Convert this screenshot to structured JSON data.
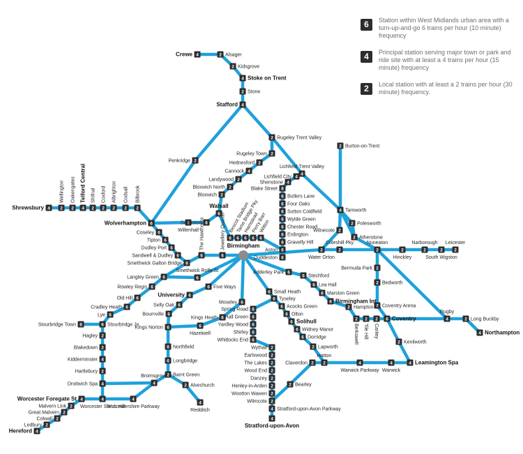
{
  "legend": [
    {
      "badge": "6",
      "text": "Station within West Midlands urban area with a turn-up-and-go 6 trains per hour (10 minute) frequency"
    },
    {
      "badge": "4",
      "text": "Principal station serving major town or park and ride site with at least a 4 trains per hour (15 minute) frequency"
    },
    {
      "badge": "2",
      "text": "Local station with at least a 2 trains per hour (30 minute) frequency."
    }
  ],
  "colors": {
    "line": "#1ea1dc",
    "badge": "#2d2d2d",
    "hub": "#8c8c8c"
  },
  "stations": [
    {
      "name": "Crewe",
      "freq": "4",
      "major": true
    },
    {
      "name": "Alsager",
      "freq": "2"
    },
    {
      "name": "Kidsgrove",
      "freq": "2"
    },
    {
      "name": "Stoke on Trent",
      "freq": "4",
      "major": true
    },
    {
      "name": "Stone",
      "freq": "2"
    },
    {
      "name": "Stafford",
      "freq": "4",
      "major": true
    },
    {
      "name": "Rugeley Trent Valley",
      "freq": "2"
    },
    {
      "name": "Burton-on-Trent",
      "freq": "2"
    },
    {
      "name": "Lichfield Trent Valley",
      "freq": "4"
    },
    {
      "name": "Lichfield City",
      "freq": "4"
    },
    {
      "name": "Shenstone",
      "freq": "4"
    },
    {
      "name": "Blake Street",
      "freq": "6"
    },
    {
      "name": "Butlers Lane",
      "freq": "6"
    },
    {
      "name": "Four Oaks",
      "freq": "6"
    },
    {
      "name": "Sutton Coldfield",
      "freq": "6"
    },
    {
      "name": "Wylde Green",
      "freq": "6"
    },
    {
      "name": "Chester Road",
      "freq": "6"
    },
    {
      "name": "Erdington",
      "freq": "6"
    },
    {
      "name": "Gravelly Hill",
      "freq": "6"
    },
    {
      "name": "Aston",
      "freq": "6"
    },
    {
      "name": "Duddeston",
      "freq": "6"
    },
    {
      "name": "Rugeley Town",
      "freq": "2"
    },
    {
      "name": "Hednesford",
      "freq": "2"
    },
    {
      "name": "Cannock",
      "freq": "4"
    },
    {
      "name": "Landywood",
      "freq": "2"
    },
    {
      "name": "Bloxwich North",
      "freq": "2"
    },
    {
      "name": "Bloxwich",
      "freq": "2"
    },
    {
      "name": "Penkridge",
      "freq": "2"
    },
    {
      "name": "Walsall",
      "freq": "6",
      "major": true
    },
    {
      "name": "Bescot Stadium",
      "freq": "6"
    },
    {
      "name": "Tame Bridge Pky",
      "freq": "6"
    },
    {
      "name": "Hamstead",
      "freq": "6"
    },
    {
      "name": "Perry Barr",
      "freq": "6"
    },
    {
      "name": "Witton",
      "freq": "6"
    },
    {
      "name": "Darlaston",
      "freq": "6"
    },
    {
      "name": "Willenhall",
      "freq": "6"
    },
    {
      "name": "Shrewsbury",
      "freq": "4",
      "major": true
    },
    {
      "name": "Wellington",
      "freq": "2"
    },
    {
      "name": "Oakengates",
      "freq": "2"
    },
    {
      "name": "Telford Central",
      "freq": "4",
      "major": true
    },
    {
      "name": "Shifnal",
      "freq": "2"
    },
    {
      "name": "Cosford",
      "freq": "2"
    },
    {
      "name": "Albrighton",
      "freq": "2"
    },
    {
      "name": "Codsall",
      "freq": "2"
    },
    {
      "name": "Bilbrook",
      "freq": "2"
    },
    {
      "name": "Wolverhampton",
      "freq": "6",
      "major": true
    },
    {
      "name": "Coseley",
      "freq": "6"
    },
    {
      "name": "Tipton",
      "freq": "6"
    },
    {
      "name": "Dudley Port",
      "freq": "6"
    },
    {
      "name": "Sandwell & Dudley",
      "freq": "6"
    },
    {
      "name": "Smethwick Galton Bridge",
      "freq": "6"
    },
    {
      "name": "The Hawthorns",
      "freq": "6"
    },
    {
      "name": "Jewellery Quarter",
      "freq": "6"
    },
    {
      "name": "Birmingham",
      "freq": "",
      "major": true
    },
    {
      "name": "Smethwick Rolfe St",
      "freq": "6"
    },
    {
      "name": "Five Ways",
      "freq": "6"
    },
    {
      "name": "University",
      "freq": "6",
      "major": true
    },
    {
      "name": "Selly Oak",
      "freq": "6"
    },
    {
      "name": "Bournville",
      "freq": "6"
    },
    {
      "name": "Kings Norton",
      "freq": "6"
    },
    {
      "name": "Northfield",
      "freq": "6"
    },
    {
      "name": "Longbridge",
      "freq": "6"
    },
    {
      "name": "Barnt Green",
      "freq": "2"
    },
    {
      "name": "Alvechurch",
      "freq": "2"
    },
    {
      "name": "Redditch",
      "freq": "4"
    },
    {
      "name": "Bromsgrove",
      "freq": "4"
    },
    {
      "name": "Worcestershire Parkway",
      "freq": "4"
    },
    {
      "name": "Worcester Shrub Hill",
      "freq": "4"
    },
    {
      "name": "Worcester Foregate St",
      "freq": "4",
      "major": true
    },
    {
      "name": "Malvern Link",
      "freq": "2"
    },
    {
      "name": "Great Malvern",
      "freq": "2"
    },
    {
      "name": "Colwall",
      "freq": "2"
    },
    {
      "name": "Ledbury",
      "freq": "2"
    },
    {
      "name": "Hereford",
      "freq": "4",
      "major": true
    },
    {
      "name": "Droitwich Spa",
      "freq": "4"
    },
    {
      "name": "Hartlebury",
      "freq": "2"
    },
    {
      "name": "Kidderminster",
      "freq": "4"
    },
    {
      "name": "Blakedown",
      "freq": "2"
    },
    {
      "name": "Hagley",
      "freq": "2"
    },
    {
      "name": "Stourbridge Jn",
      "freq": "6"
    },
    {
      "name": "Stourbridge Town",
      "freq": "6"
    },
    {
      "name": "Lye",
      "freq": "6"
    },
    {
      "name": "Cradley Heath",
      "freq": "6"
    },
    {
      "name": "Old Hill",
      "freq": "6"
    },
    {
      "name": "Rowley Regis",
      "freq": "6"
    },
    {
      "name": "Langley Green",
      "freq": "6"
    },
    {
      "name": "Kings Heath",
      "freq": "6"
    },
    {
      "name": "Hazelwell",
      "freq": "6"
    },
    {
      "name": "Moseley",
      "freq": "6"
    },
    {
      "name": "Small Heath",
      "freq": "6"
    },
    {
      "name": "Tyseley",
      "freq": "6"
    },
    {
      "name": "Spring Road",
      "freq": "6"
    },
    {
      "name": "Hall Green",
      "freq": "6"
    },
    {
      "name": "Yardley Wood",
      "freq": "6"
    },
    {
      "name": "Shirley",
      "freq": "6"
    },
    {
      "name": "Whitlocks End",
      "freq": "6"
    },
    {
      "name": "Wythall",
      "freq": "2"
    },
    {
      "name": "Earlswood",
      "freq": "2"
    },
    {
      "name": "The Lakes",
      "freq": "2"
    },
    {
      "name": "Wood End",
      "freq": "2"
    },
    {
      "name": "Danzey",
      "freq": "2"
    },
    {
      "name": "Henley-in-Arden",
      "freq": "2"
    },
    {
      "name": "Wootton Wawen",
      "freq": "2"
    },
    {
      "name": "Wilmcote",
      "freq": "2"
    },
    {
      "name": "Stratford-upon-Avon Parkway",
      "freq": "4"
    },
    {
      "name": "Stratford-upon-Avon",
      "freq": "4",
      "major": true
    },
    {
      "name": "Bearley",
      "freq": "2"
    },
    {
      "name": "Claverdon",
      "freq": "2"
    },
    {
      "name": "Acocks Green",
      "freq": "6"
    },
    {
      "name": "Olton",
      "freq": "6"
    },
    {
      "name": "Solihull",
      "freq": "6",
      "major": true
    },
    {
      "name": "Widney Manor",
      "freq": "6"
    },
    {
      "name": "Dorridge",
      "freq": "6"
    },
    {
      "name": "Lapworth",
      "freq": "2"
    },
    {
      "name": "Hatton",
      "freq": "2"
    },
    {
      "name": "Warwick Parkway",
      "freq": "4"
    },
    {
      "name": "Warwick",
      "freq": "4"
    },
    {
      "name": "Leamington Spa",
      "freq": "4",
      "major": true
    },
    {
      "name": "Kenilworth",
      "freq": "2"
    },
    {
      "name": "Adderley Park",
      "freq": "6"
    },
    {
      "name": "Stechford",
      "freq": "6"
    },
    {
      "name": "Lea Hall",
      "freq": "6"
    },
    {
      "name": "Marston Green",
      "freq": "6"
    },
    {
      "name": "Birmingham Int",
      "freq": "6",
      "major": true
    },
    {
      "name": "Hampton-i-A",
      "freq": "2"
    },
    {
      "name": "Berkswell",
      "freq": "2"
    },
    {
      "name": "Tile Hill",
      "freq": "2"
    },
    {
      "name": "Canley",
      "freq": "2"
    },
    {
      "name": "Coventry",
      "freq": "6",
      "major": true
    },
    {
      "name": "Coventry Arena",
      "freq": "2"
    },
    {
      "name": "Bedworth",
      "freq": "2"
    },
    {
      "name": "Bermuda Park",
      "freq": "2"
    },
    {
      "name": "Nuneaton",
      "freq": "2"
    },
    {
      "name": "Hinckley",
      "freq": "2"
    },
    {
      "name": "Narborough",
      "freq": "2"
    },
    {
      "name": "South Wigston",
      "freq": "2"
    },
    {
      "name": "Leicester",
      "freq": "2"
    },
    {
      "name": "Rugby",
      "freq": "4"
    },
    {
      "name": "Long Buckby",
      "freq": "2"
    },
    {
      "name": "Northampton",
      "freq": "4",
      "major": true
    },
    {
      "name": "Atherstone",
      "freq": "2"
    },
    {
      "name": "Polesworth",
      "freq": "2"
    },
    {
      "name": "Tamworth",
      "freq": "4"
    },
    {
      "name": "Wilnecote",
      "freq": "2"
    },
    {
      "name": "Water Orton",
      "freq": "2"
    },
    {
      "name": "Coleshill Pky",
      "freq": "2"
    }
  ]
}
